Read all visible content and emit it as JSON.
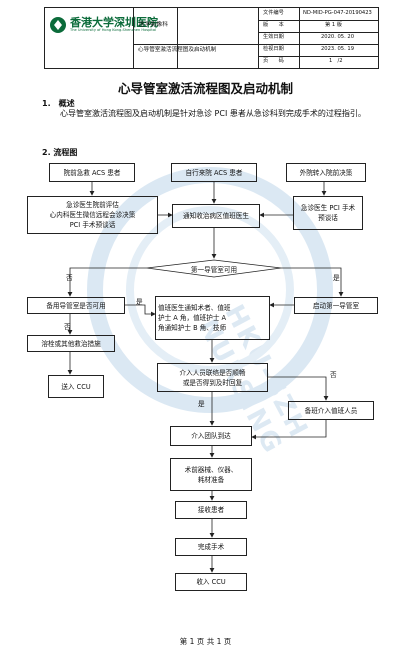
{
  "header": {
    "hospital_cn": "香港大学深圳医院",
    "hospital_en": "The University of Hong Kong-Shenzhen Hospital",
    "department": "医学影像科",
    "doc_title_short": "心导管室激活流程图及启动机制",
    "fields": [
      {
        "label": "文件编号",
        "value": "ND-MID-PG-047-20190423"
      },
      {
        "label": "版　　本",
        "value": "第 1 版"
      },
      {
        "label": "生效日期",
        "value": "2020. 05. 20"
      },
      {
        "label": "检视日期",
        "value": "2023. 05. 19"
      },
      {
        "label": "页　　码",
        "value": "1　/2"
      }
    ]
  },
  "title": "心导管室激活流程图及启动机制",
  "section1": {
    "heading": "1.　概述",
    "text": "心导管室激活流程图及启动机制是针对急诊 PCI 患者从急诊科到完成手术的过程指引。"
  },
  "section2": {
    "heading": "2. 流程图"
  },
  "flow": {
    "top1": "院前急救 ACS 患者",
    "top2": "自行来院 ACS 患者",
    "top3": "外院转入院前决策",
    "left_eval": "急诊医生院前评估\n心内科医生微信远程会诊决策\nPCI 手术预谈话",
    "center_notify": "通知收治病区值班医生",
    "right_talk": "急诊医生 PCI 手术\n预谈话",
    "decision": "第一导管室可用",
    "no1": "否",
    "yes1": "是",
    "backup": "备用导管室是否可用",
    "yes2": "是",
    "no2": "否",
    "thrombo": "溶栓或其他救治措施",
    "to_ccu": "送入 CCU",
    "notify_staff": "值班医生通知术者、值班\n护士 A 角，值班护士 A\n角通知护士 B 角、技师",
    "start_first": "启动第一导管室",
    "contact": "介入人员联络是否顺畅\n或是否得到及时回复",
    "no3": "否",
    "yes3": "是",
    "backup_staff": "备班介入值班人员",
    "team_arrive": "介入团队到达",
    "prep": "术前器械、仪器、\n耗材准备",
    "receive": "接收患者",
    "complete": "完成手术",
    "admit": "收入 CCU"
  },
  "footer": "第 1 页 共 1 页",
  "watermark": "HKU-SZH NURSING"
}
